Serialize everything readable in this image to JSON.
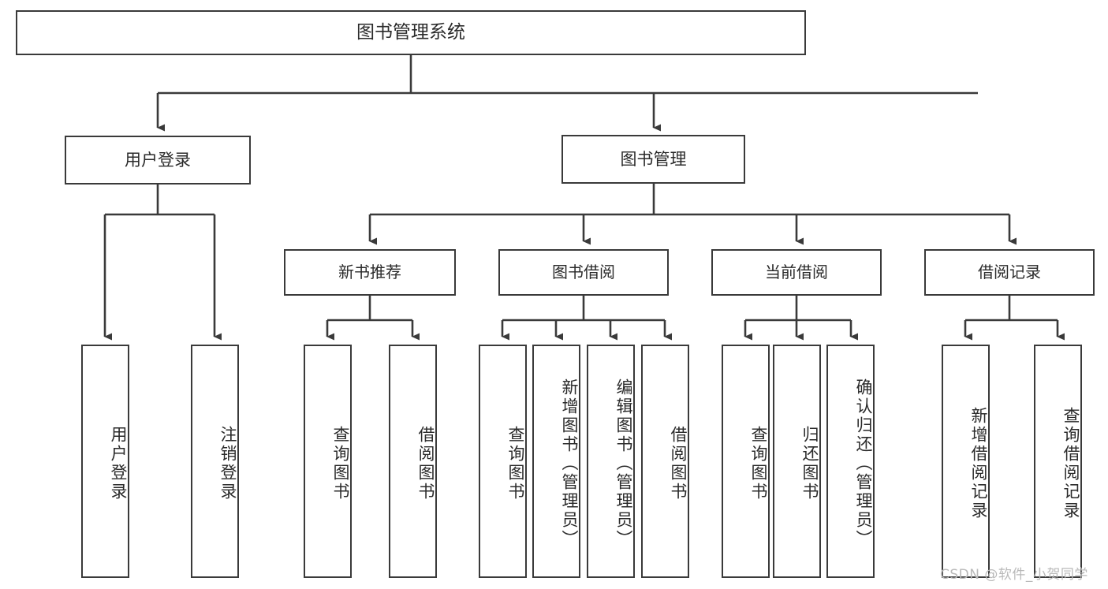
{
  "diagram": {
    "title": "图书管理系统",
    "type": "hierarchy-tree",
    "root": {
      "label": "图书管理系统"
    },
    "level1": [
      {
        "label": "用户登录"
      },
      {
        "label": "图书管理"
      }
    ],
    "level2": [
      {
        "label": "新书推荐"
      },
      {
        "label": "图书借阅"
      },
      {
        "label": "当前借阅"
      },
      {
        "label": "借阅记录"
      }
    ],
    "leaves": {
      "user_login": [
        {
          "label": "用户登录"
        },
        {
          "label": "注销登录"
        }
      ],
      "new_book_recommend": [
        {
          "label": "查询图书"
        },
        {
          "label": "借阅图书"
        }
      ],
      "book_borrow": [
        {
          "label": "查询图书"
        },
        {
          "label": "新增图书（管理员）"
        },
        {
          "label": "编辑图书（管理员）"
        },
        {
          "label": "借阅图书"
        }
      ],
      "current_borrow": [
        {
          "label": "查询图书"
        },
        {
          "label": "归还图书"
        },
        {
          "label": "确认归还（管理员）"
        }
      ],
      "borrow_record": [
        {
          "label": "新增借阅记录"
        },
        {
          "label": "查询借阅记录"
        }
      ]
    }
  },
  "watermark": {
    "text": "CSDN @软件_小贺同学"
  },
  "colors": {
    "stroke": "#3a3a3a",
    "text": "#2a2a2a",
    "background": "#ffffff",
    "watermark": "#b9b9b9"
  }
}
